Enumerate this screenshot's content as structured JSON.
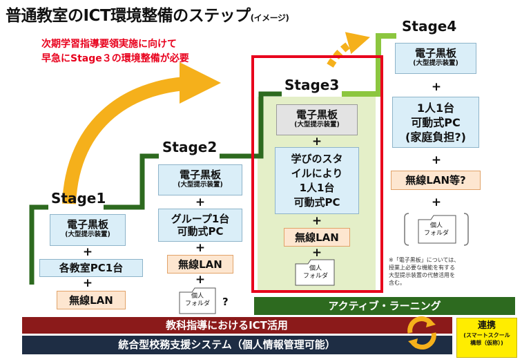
{
  "title": {
    "main": "普通教室のICT環境整備のステップ",
    "sub": "(イメージ)"
  },
  "callout": {
    "line1": "次期学習指導要領実施に向けて",
    "line2": "早急にStage３の環境整備が必要"
  },
  "stages": {
    "stage1": {
      "label": "Stage1",
      "board": "電子黒板",
      "board_sub": "(大型提示装置)",
      "pc": "各教室PC1台",
      "lan": "無線LAN"
    },
    "stage2": {
      "label": "Stage2",
      "board": "電子黒板",
      "board_sub": "(大型提示装置)",
      "pc_line1": "グループ1台",
      "pc_line2": "可動式PC",
      "lan": "無線LAN",
      "folder_line1": "個人",
      "folder_line2": "フォルダ",
      "question": "?"
    },
    "stage3": {
      "label": "Stage3",
      "board": "電子黒板",
      "board_sub": "(大型提示装置)",
      "pc_line1": "学びのスタ",
      "pc_line2": "イルにより",
      "pc_line3": "1人1台",
      "pc_line4": "可動式PC",
      "lan": "無線LAN",
      "folder_line1": "個人",
      "folder_line2": "フォルダ"
    },
    "stage4": {
      "label": "Stage4",
      "board": "電子黒板",
      "board_sub": "(大型提示装置)",
      "pc_line1": "1人1台",
      "pc_line2": "可動式PC",
      "pc_line3": "(家庭負担?)",
      "lan": "無線LAN等?",
      "folder_line1": "個人",
      "folder_line2": "フォルダ"
    }
  },
  "plus": "+",
  "note": {
    "line1": "※「電子黒板」については、",
    "line2": "授業上必要な機能を有する",
    "line3": "大型提示装置の代替活用を",
    "line4": "含む。"
  },
  "bars": {
    "active": "アクティブ・ラーニング",
    "ict": "教科指導におけるICT活用",
    "system": "統合型校務支援システム（個人情報管理可能）"
  },
  "renkei": {
    "title": "連携",
    "line1": "(スマートスクール",
    "line2": "構想（仮称）)"
  },
  "colors": {
    "green": "#2d6a1f",
    "lime": "#8cc63f",
    "red": "#e8001c",
    "arrow": "#f5b01b",
    "stage3_bg": "#e4efc8",
    "bar_ict": "#8b1a1a",
    "bar_system": "#1e2d44"
  }
}
